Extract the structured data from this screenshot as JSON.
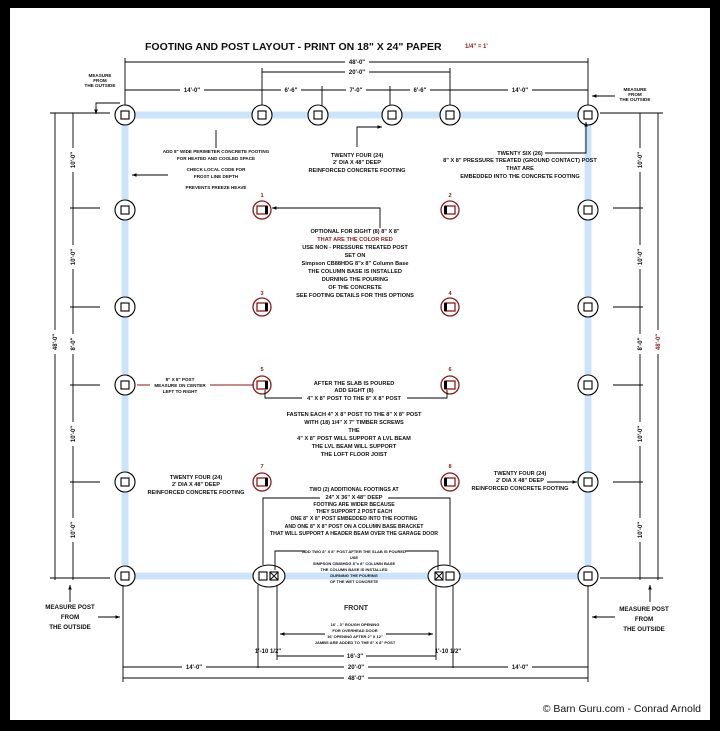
{
  "title": "FOOTING AND POST LAYOUT - PRINT ON 18\" X 24\" PAPER",
  "scale": "1/4\" = 1'",
  "measure_top_left": [
    "MEASURE",
    "FROM",
    "THE OUTSIDE"
  ],
  "measure_top_right": [
    "MEASURE",
    "FROM",
    "THE OUTSIDE"
  ],
  "top_dims": {
    "overall": "48'-0\"",
    "center": "20'-0\"",
    "segments": [
      "14'-0\"",
      "6'-6\"",
      "7'-0\"",
      "6'-6\"",
      "14'-0\""
    ]
  },
  "side_dims": {
    "overall": "48'-0\"",
    "segments": [
      "10'-0\"",
      "10'-0\"",
      "8'-0\"",
      "10'-0\"",
      "10'-0\""
    ]
  },
  "perimeter_note": [
    "ADD 8\" WIDE PERIMETER CONCRETE FOOTING",
    "FOR HEATED AND COOLED SPACE",
    "CHECK LOCAL CODE FOR",
    "FROST LINE DEPTH",
    "PREVENTS FREEZE HEAVE"
  ],
  "footing_note_top": [
    "TWENTY FOUR (24)",
    "2' DIA X 48\" DEEP",
    "REINFORCED CONCRETE FOOTING"
  ],
  "post_note": [
    "TWENTY SIX (26)",
    "8\" X 8\" PRESSURE TREATED (GROUND CONTACT) POST",
    "THAT ARE",
    "EMBEDDED INTO THE CONCRETE FOOTING"
  ],
  "optional_note": [
    "OPTIONAL FOR EIGHT (8) 8\" X 8\"",
    "THAT ARE THE COLOR RED",
    "USE NON - PRESSURE TREATED POST",
    "SET ON",
    "Simpson CB88HDG 8\"x 8\" Column Base",
    "THE COLUMN BASE IS INSTALLED",
    "DURNING THE POURING",
    "OF THE CONCRETE",
    "SEE FOOTING DETAILS FOR THIS OPTIONS"
  ],
  "red_post_numbers": [
    "1",
    "2",
    "3",
    "4",
    "5",
    "6",
    "7",
    "8"
  ],
  "measure_center_note": [
    "8\" X 8\" POST",
    "MEASURE ON CENTER",
    "LEFT TO RIGHT"
  ],
  "after_slab_note": [
    "AFTER THE SLAB IS POURED",
    "ADD EIGHT (8)",
    "4\" X 8\" POST TO THE 8\" X 8\" POST"
  ],
  "fasten_note": [
    "FASTEN EACH 4\" X 8\" POST TO THE 8\" X 8\" POST",
    "WITH (18) 1/4\" X 7\" TIMBER SCREWS",
    "THE",
    "4\" X 8\" POST WILL SUPPORT A LVL BEAM",
    "THE LVL BEAM WILL SUPPORT",
    "THE LOFT FLOOR JOIST"
  ],
  "footing_note_left": [
    "TWENTY FOUR (24)",
    "2' DIA X 48\" DEEP",
    "REINFORCED CONCRETE FOOTING"
  ],
  "footing_note_right": [
    "TWENTY FOUR (24)",
    "2' DIA X 48\" DEEP",
    "REINFORCED CONCRETE FOOTING"
  ],
  "additional_note": [
    "TWO (2) ADDITIONAL FOOTINGS AT",
    "24\" X 36\" X 48\" DEEP",
    "FOOTING ARE WIDER BECAUSE",
    "THEY SUPPORT 2 POST EACH",
    "ONE 8\" X 8\" POST EMBEDDED INTO THE FOOTING",
    "AND ONE 8\" X 8\" POST ON A COLUMN BASE BRACKET",
    "THAT WILL SUPPORT A HEADER BEAM OVER THE GARAGE DOOR"
  ],
  "add_two_note": [
    "ADD TWO 8\" X 8\" POST AFTER THE SLAB IS POURED",
    "USE",
    "SIMPSON CB88HDG 8\"x 8\" COLUMN BASE",
    "THE COLUMN BASE IS INSTALLED",
    "DURNING THE POURING",
    "OF THE WET CONCRETE"
  ],
  "front_label": "FRONT",
  "rough_opening_note": [
    "16' - 3\" ROUGH OPENING",
    "FOR OVERHEAD DOOR",
    "16' OPENING AFTER 2\" X 12\"",
    "JAMBS ARE ADDED TO THE 8\" X 8\" POST"
  ],
  "door_offsets": [
    "1'-10 1/2\"",
    "1'-10 1/2\""
  ],
  "bottom_dims": {
    "opening": "16'-3\"",
    "segments": [
      "14'-0\"",
      "20'-0\"",
      "14'-0\""
    ],
    "overall": "48'-0\""
  },
  "measure_post_left": [
    "MEASURE POST",
    "FROM",
    "THE OUTSIDE"
  ],
  "measure_post_right": [
    "MEASURE POST",
    "FROM",
    "THE OUTSIDE"
  ],
  "copyright": "© Barn Guru.com - Conrad Arnold",
  "colors": {
    "perimeter": "#cce4fa",
    "optional_posts": "#8b1a1a"
  }
}
